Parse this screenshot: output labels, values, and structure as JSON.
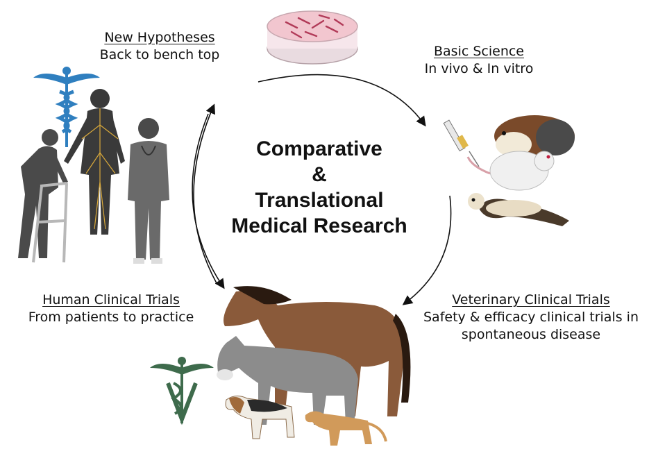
{
  "center": {
    "line1": "Comparative",
    "line2": "&",
    "line3": "Translational",
    "line4": "Medical Research"
  },
  "stages": {
    "new_hypotheses": {
      "heading": "New Hypotheses",
      "subtext": "Back to bench top"
    },
    "basic_science": {
      "heading": "Basic Science",
      "subtext": "In vivo & In vitro"
    },
    "veterinary_trials": {
      "heading": "Veterinary Clinical Trials",
      "subtext_line1": "Safety & efficacy clinical trials in",
      "subtext_line2": "spontaneous disease"
    },
    "human_trials": {
      "heading": "Human Clinical Trials",
      "subtext": "From patients to practice"
    }
  },
  "icons": {
    "blue_caduceus": "caduceus-icon",
    "green_caduceus": "veterinary-caduceus-icon"
  },
  "colors": {
    "blue_caduceus": "#2f7fbf",
    "green_caduceus": "#3e6b4c",
    "horse": "#8a5a3a",
    "donkey": "#8c8c8c",
    "humans": "#555555",
    "petri": "#f2c6cf"
  }
}
